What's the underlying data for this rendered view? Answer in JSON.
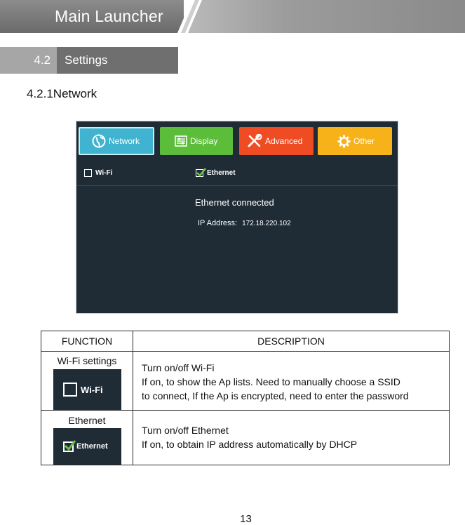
{
  "header": {
    "title": "Main Launcher"
  },
  "section": {
    "number": "4.2",
    "title": "Settings"
  },
  "subheading": "4.2.1Network",
  "device": {
    "tabs": [
      {
        "label": "Network",
        "color": "#3fb3cf",
        "icon": "globe-icon"
      },
      {
        "label": "Display",
        "color": "#5cbd3a",
        "icon": "display-settings-icon"
      },
      {
        "label": "Advanced",
        "color": "#ef4c24",
        "icon": "tools-icon"
      },
      {
        "label": "Other",
        "color": "#f7b21a",
        "icon": "gear-icon"
      }
    ],
    "wifi_label": "Wi-Fi",
    "wifi_checked": false,
    "ethernet_label": "Ethernet",
    "ethernet_checked": true,
    "status": "Ethernet connected",
    "ip_label": "IP Address:",
    "ip_value": "172.18.220.102"
  },
  "table": {
    "headers": {
      "function": "FUNCTION",
      "description": "DESCRIPTION"
    },
    "rows": [
      {
        "function": "Wi-Fi settings",
        "icon_label": "Wi-Fi",
        "lines": [
          "Turn on/off Wi-Fi",
          "If on, to show the Ap lists. Need to manually choose a SSID",
          "to connect, If the Ap is encrypted, need to enter the password"
        ]
      },
      {
        "function": "Ethernet",
        "icon_label": "Ethernet",
        "lines": [
          "Turn on/off Ethernet",
          "If on, to obtain IP address automatically by DHCP"
        ]
      }
    ]
  },
  "page_number": "13"
}
